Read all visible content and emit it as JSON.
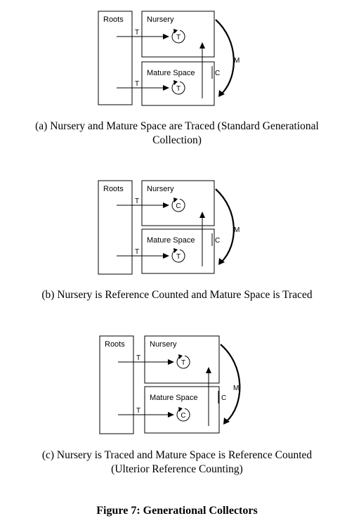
{
  "colors": {
    "ink": "#000000",
    "background": "#ffffff"
  },
  "diagrams": [
    {
      "roots_label": "Roots",
      "nursery_label": "Nursery",
      "mature_label": "Mature Space",
      "edge_T_top": "T",
      "edge_T_bottom": "T",
      "promotion_edge_label": "C",
      "move_label": "M",
      "nursery_cycle_symbol": "T",
      "mature_cycle_symbol": "T",
      "caption_lines": [
        "(a) Nursery and Mature Space are Traced (Standard Generational",
        "Collection)"
      ]
    },
    {
      "roots_label": "Roots",
      "nursery_label": "Nursery",
      "mature_label": "Mature Space",
      "edge_T_top": "T",
      "edge_T_bottom": "T",
      "promotion_edge_label": "C",
      "move_label": "M",
      "nursery_cycle_symbol": "C",
      "mature_cycle_symbol": "T",
      "caption_lines": [
        "(b) Nursery is Reference Counted and Mature Space is Traced"
      ]
    },
    {
      "roots_label": "Roots",
      "nursery_label": "Nursery",
      "mature_label": "Mature Space",
      "edge_T_top": "T",
      "edge_T_bottom": "T",
      "promotion_edge_label": "C",
      "move_label": "M",
      "nursery_cycle_symbol": "T",
      "mature_cycle_symbol": "C",
      "caption_lines": [
        "(c) Nursery is Traced and Mature Space is Reference Counted",
        "(Ulterior Reference Counting)"
      ]
    }
  ],
  "figure_title": "Figure 7: Generational Collectors"
}
